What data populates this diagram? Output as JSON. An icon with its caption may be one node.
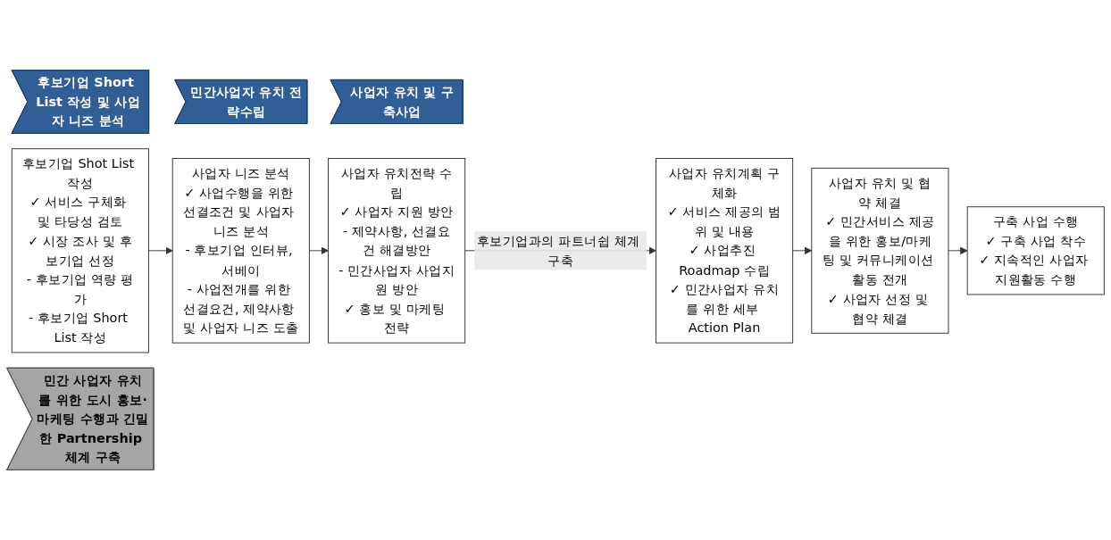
{
  "diagram": {
    "nodes": [
      {
        "text": [
          "후보기업 Short List 작성 및 사업자 니즈 분석"
        ]
      },
      {
        "text": [
          "민간사업자 유치 전략수립"
        ]
      },
      {
        "text": [
          "사업자 유치 및 구축사업"
        ]
      },
      {
        "text": [
          "후보기업 Shot List 작성",
          "✓ 서비스 구체화 및 타당성 검토",
          "✓ 시장 조사 및 후보기업 선정",
          "- 후보기업 역량 평가",
          "- 후보기업 Short List 작성"
        ]
      },
      {
        "text": [
          "사업자 니즈 분석",
          "✓ 사업수행을 위한 선결조건 및 사업자 니즈 분석",
          "- 후보기업 인터뷰, 서베이",
          "- 사업전개를 위한 선결요건, 제약사항 및 사업자 니즈 도출"
        ]
      },
      {
        "text": [
          "사업자 유치전략 수립",
          "✓ 사업자 지원 방안",
          "- 제약사항, 선결요건 해결방안",
          "- 민간사업자 사업지원 방안",
          "✓ 홍보 및 마케팅 전략"
        ]
      },
      {
        "text": [
          "사업자 유치계획 구체화",
          "✓ 서비스 제공의 범위 및 내용",
          "✓ 사업추진 Roadmap 수립",
          "✓ 민간사업자 유치를 위한 세부 Action Plan"
        ]
      },
      {
        "text": [
          "사업자 유치 및 협약 체결",
          "✓ 민간서비스 제공을 위한 홍보/마케팅 및 커뮤니케이션 활동 전개",
          "✓ 사업자 선정 및 협약 체결"
        ]
      },
      {
        "text": [
          "구축 사업 수행",
          "✓ 구축 사업 착수",
          "✓ 지속적인 사업자 지원활동 수행"
        ]
      },
      {
        "text": [
          "민간 사업자 유치를 위한 도시 홍보·마케팅 수행과 긴밀한 Partnership 체계 구축"
        ]
      }
    ],
    "edges": [
      {
        "from": 3,
        "to": 4,
        "arrow": "to"
      },
      {
        "from": 4,
        "to": 5,
        "arrow": "to"
      },
      {
        "from": 5,
        "to": 6,
        "arrow": "to",
        "label": "후보기업과의 파트너쉽 체계 구축"
      },
      {
        "from": 6,
        "to": 7,
        "arrow": "to"
      },
      {
        "from": 7,
        "to": 8,
        "arrow": "to"
      }
    ]
  }
}
